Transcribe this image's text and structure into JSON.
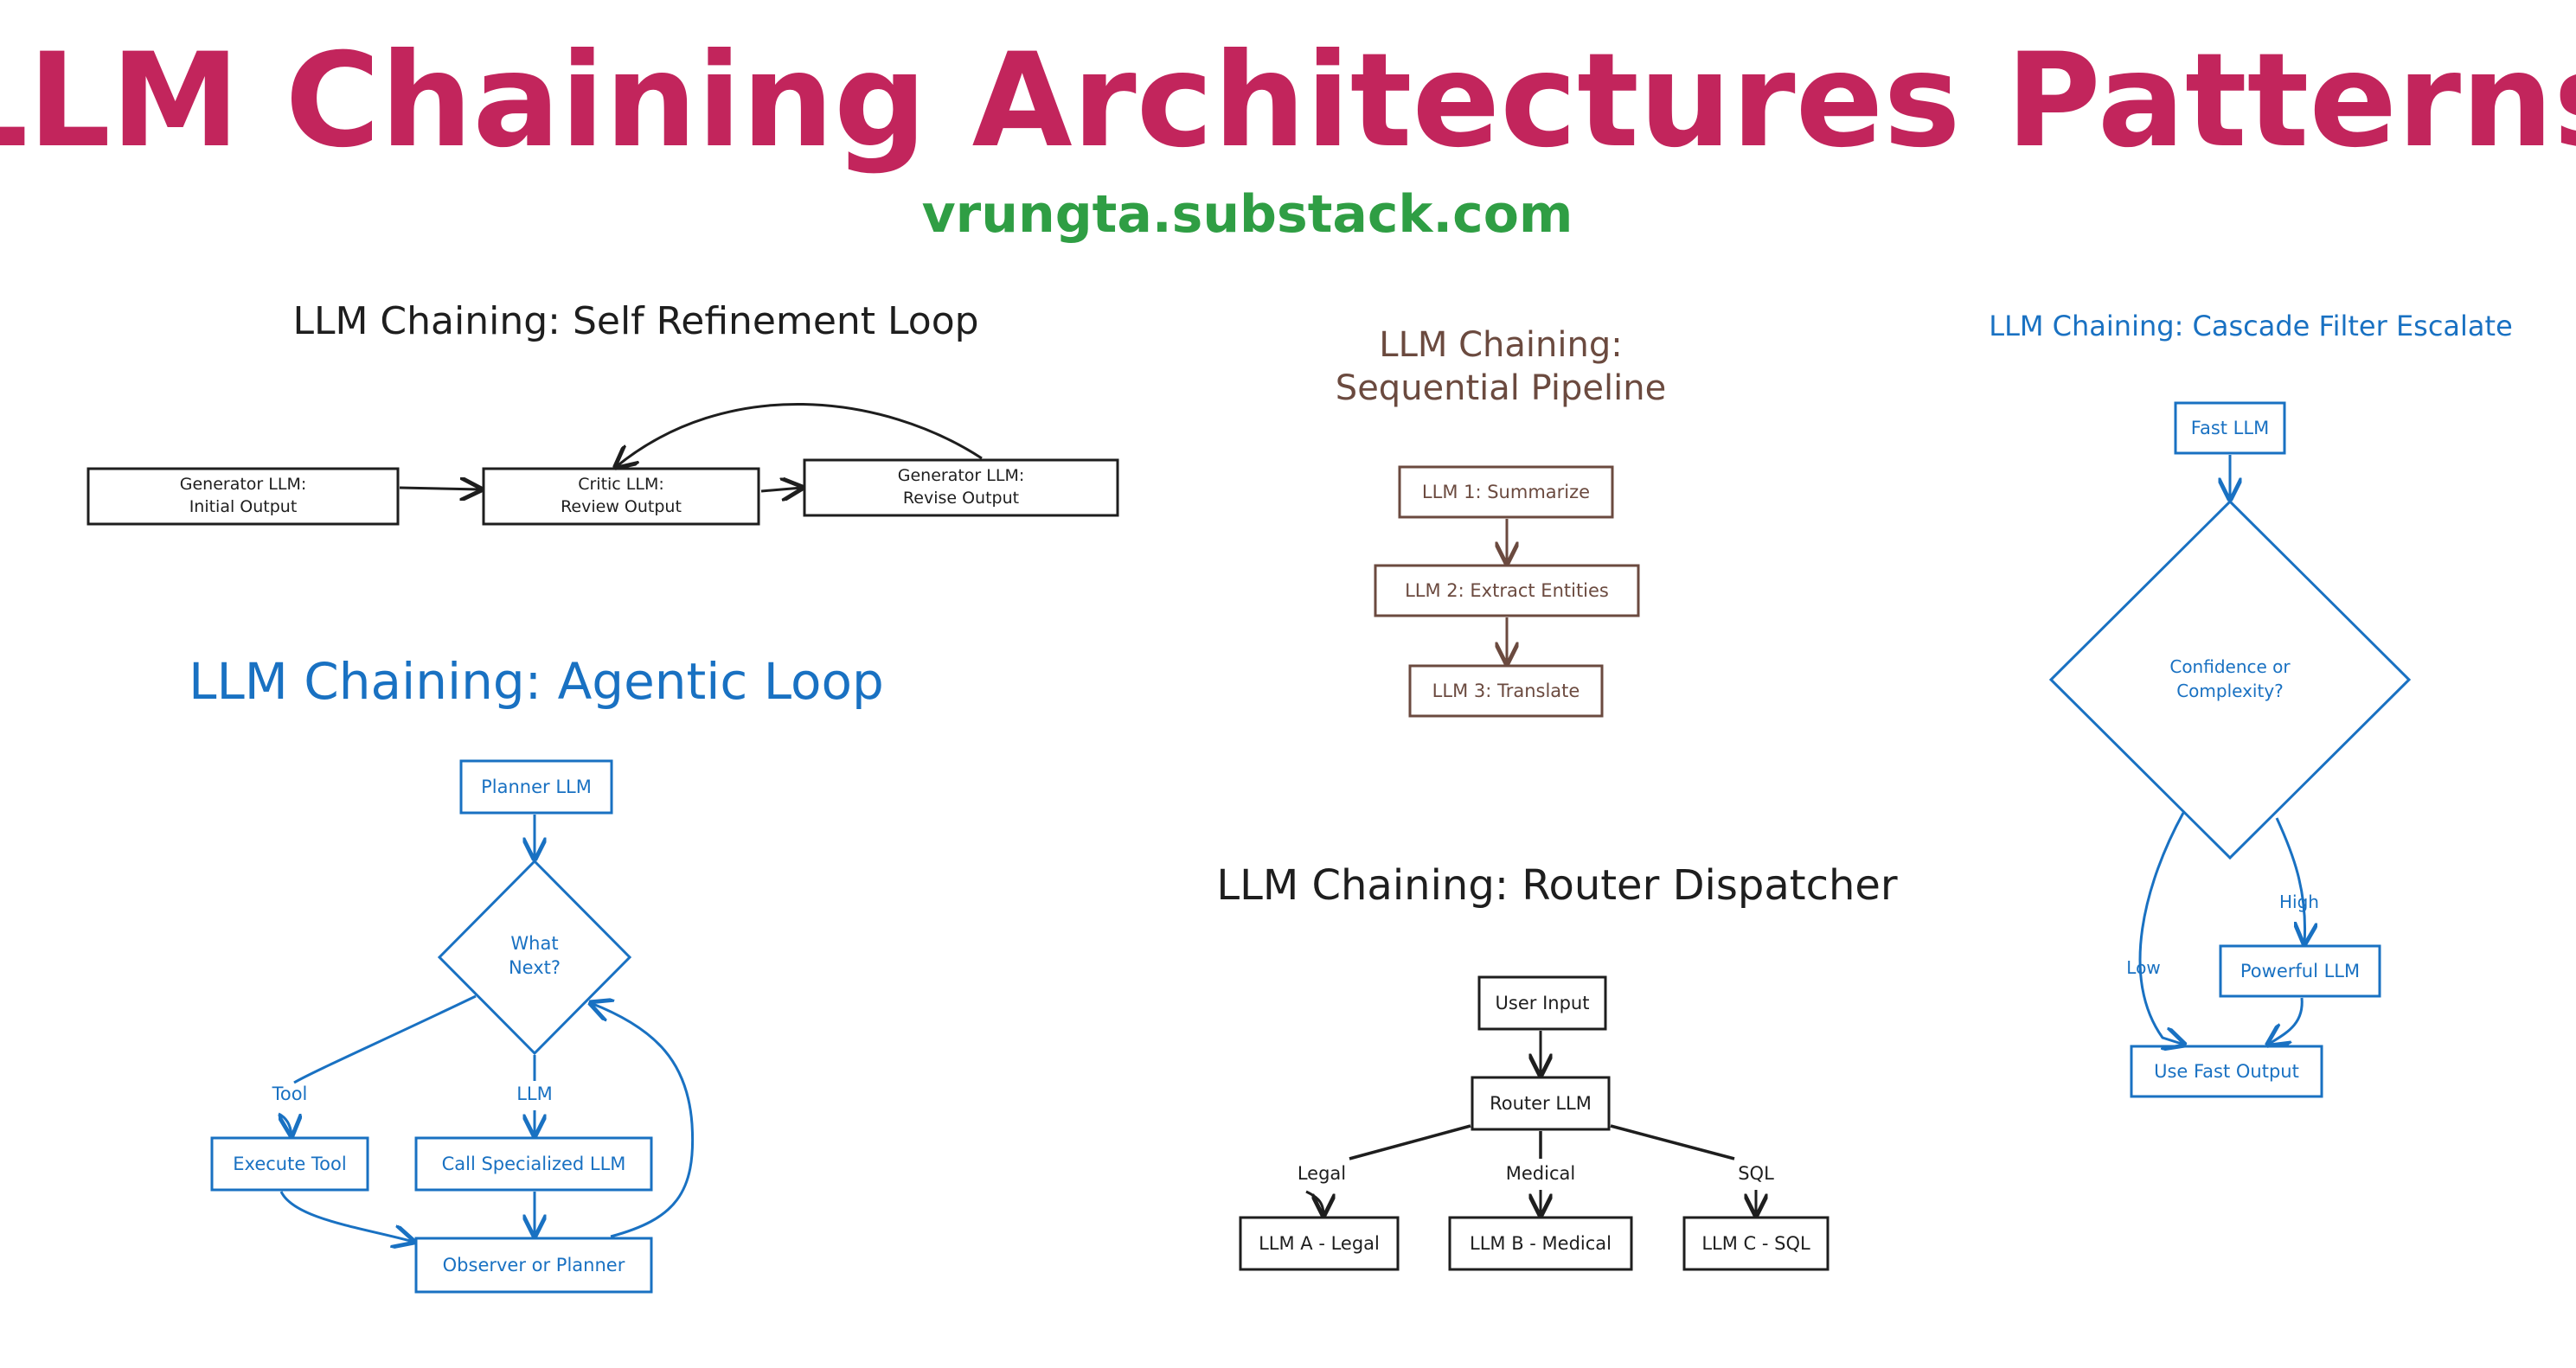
{
  "title": "LLM Chaining Architectures Patterns",
  "subtitle": "vrungta.substack.com",
  "colors": {
    "title": "#c2255c",
    "subtitle": "#2f9e44",
    "black": "#1e1e1e",
    "blue": "#1971c2",
    "brown": "#6b4a3f"
  },
  "self_refinement": {
    "heading": "LLM Chaining: Self Refinement Loop",
    "node1_line1": "Generator LLM:",
    "node1_line2": "Initial Output",
    "node2_line1": "Critic LLM:",
    "node2_line2": "Review Output",
    "node3_line1": "Generator LLM:",
    "node3_line2": "Revise Output"
  },
  "sequential": {
    "heading_line1": "LLM Chaining:",
    "heading_line2": "Sequential Pipeline",
    "step1": "LLM 1: Summarize",
    "step2": "LLM 2: Extract Entities",
    "step3": "LLM 3: Translate"
  },
  "cascade": {
    "heading": "LLM Chaining: Cascade Filter Escalate",
    "fast": "Fast LLM",
    "decision_line1": "Confidence or",
    "decision_line2": "Complexity?",
    "high_label": "High",
    "low_label": "Low",
    "powerful": "Powerful LLM",
    "use_fast": "Use Fast Output"
  },
  "agentic": {
    "heading": "LLM Chaining: Agentic Loop",
    "planner": "Planner LLM",
    "decision_line1": "What",
    "decision_line2": "Next?",
    "tool_label": "Tool",
    "llm_label": "LLM",
    "execute": "Execute Tool",
    "call_specialized": "Call Specialized LLM",
    "observer": "Observer or Planner"
  },
  "router": {
    "heading": "LLM Chaining: Router Dispatcher",
    "user_input": "User Input",
    "router": "Router LLM",
    "legal_label": "Legal",
    "medical_label": "Medical",
    "sql_label": "SQL",
    "llm_a": "LLM A - Legal",
    "llm_b": "LLM B - Medical",
    "llm_c": "LLM C - SQL"
  }
}
